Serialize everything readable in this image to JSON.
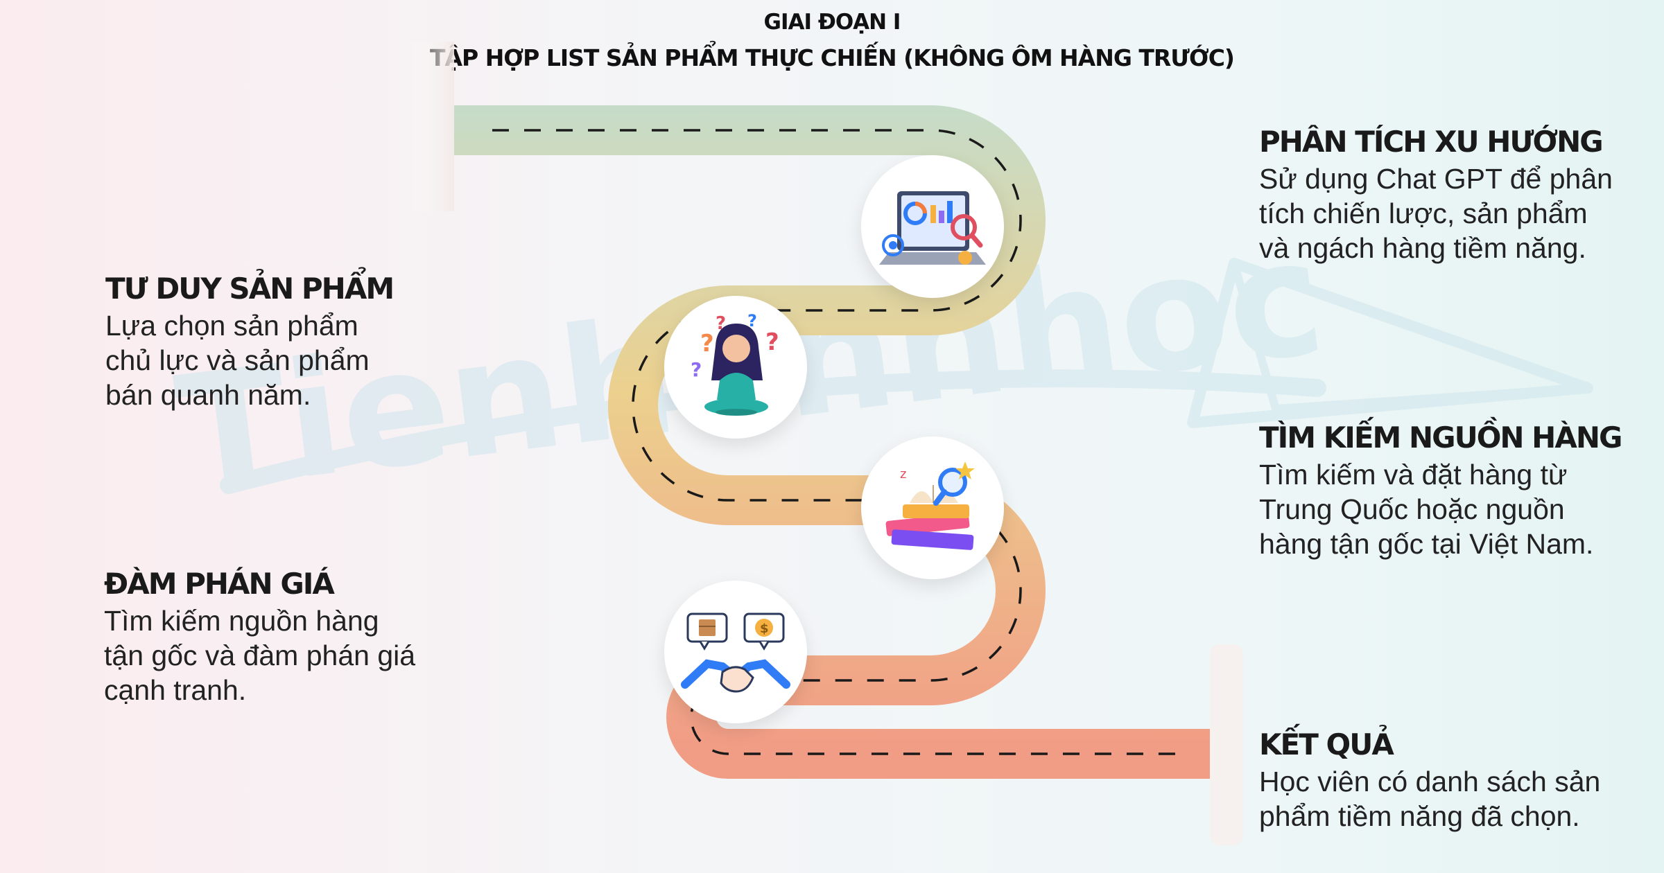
{
  "header": {
    "line1": "GIAI ĐOẠN I",
    "line2": "TẬP HỢP LIST SẢN PHẨM THỰC CHIẾN (KHÔNG ÔM HÀNG TRƯỚC)"
  },
  "watermark": {
    "text": "Tienhanhhoc"
  },
  "steps": {
    "phan_tich": {
      "title": "PHÂN TÍCH XU HƯỚNG",
      "lines": [
        "Sử dụng Chat GPT để phân",
        "tích chiến lược, sản phẩm",
        "và ngách hàng tiềm năng."
      ]
    },
    "tu_duy": {
      "title": "TƯ DUY SẢN PHẨM",
      "lines": [
        "Lựa chọn sản phẩm",
        "chủ lực và sản phẩm",
        "bán quanh năm."
      ]
    },
    "tim_kiem": {
      "title": "TÌM KIẾM NGUỒN HÀNG",
      "lines": [
        "Tìm kiếm và đặt hàng từ",
        "Trung Quốc hoặc nguồn",
        "hàng tận gốc tại Việt Nam."
      ]
    },
    "dam_phan": {
      "title": "ĐÀM PHÁN GIÁ",
      "lines": [
        "Tìm kiếm nguồn hàng",
        "tận gốc và đàm phán giá",
        "cạnh tranh."
      ]
    },
    "ket_qua": {
      "title": "KẾT QUẢ",
      "lines": [
        "Học viên có danh sách sản",
        "phẩm tiềm năng đã chọn."
      ]
    }
  },
  "icons": [
    "laptop-analytics-icon",
    "thinking-girl-icon",
    "book-search-icon",
    "handshake-deal-icon"
  ],
  "colors": {
    "road_start": "#c6dcc9",
    "road_mid": "#ecd08e",
    "road_end": "#f19c85",
    "dash": "#1a1a1a",
    "watermark": "#cfe6ee"
  }
}
